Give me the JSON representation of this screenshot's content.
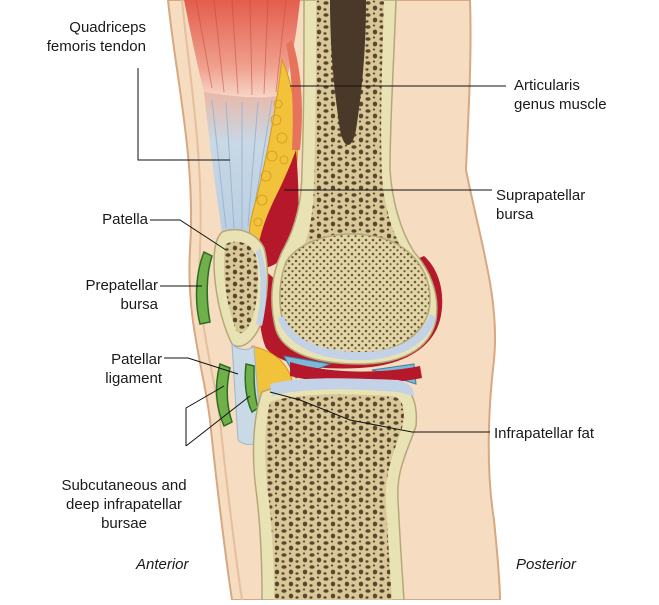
{
  "diagram": {
    "labels": {
      "quadriceps_tendon": "Quadriceps\nfemoris tendon",
      "articularis_genus": "Articularis\ngenus muscle",
      "suprapatellar_bursa": "Suprapatellar\nbursa",
      "patella": "Patella",
      "prepatellar_bursa": "Prepatellar\nbursa",
      "patellar_ligament": "Patellar\nligament",
      "infrapatellar_fat": "Infrapatellar fat",
      "infrapatellar_bursae": "Subcutaneous and\ndeep infrapatellar\nbursae"
    },
    "orientation": {
      "anterior": "Anterior",
      "posterior": "Posterior"
    },
    "colors": {
      "skin": "#f6dcc0",
      "skin_outline": "#d8a882",
      "bone_cortex": "#e9e2b4",
      "bone_spongy": "#c9b88a",
      "bone_pores": "#5a4630",
      "marrow": "#4a3828",
      "cartilage": "#c3d2e6",
      "synovial": "#b4182a",
      "fat": "#f2c23a",
      "muscle": "#e47a62",
      "tendon": "#c9d9e6",
      "bursa": "#6fb04a",
      "meniscus": "#7fb7d6",
      "leader": "#111111"
    }
  }
}
